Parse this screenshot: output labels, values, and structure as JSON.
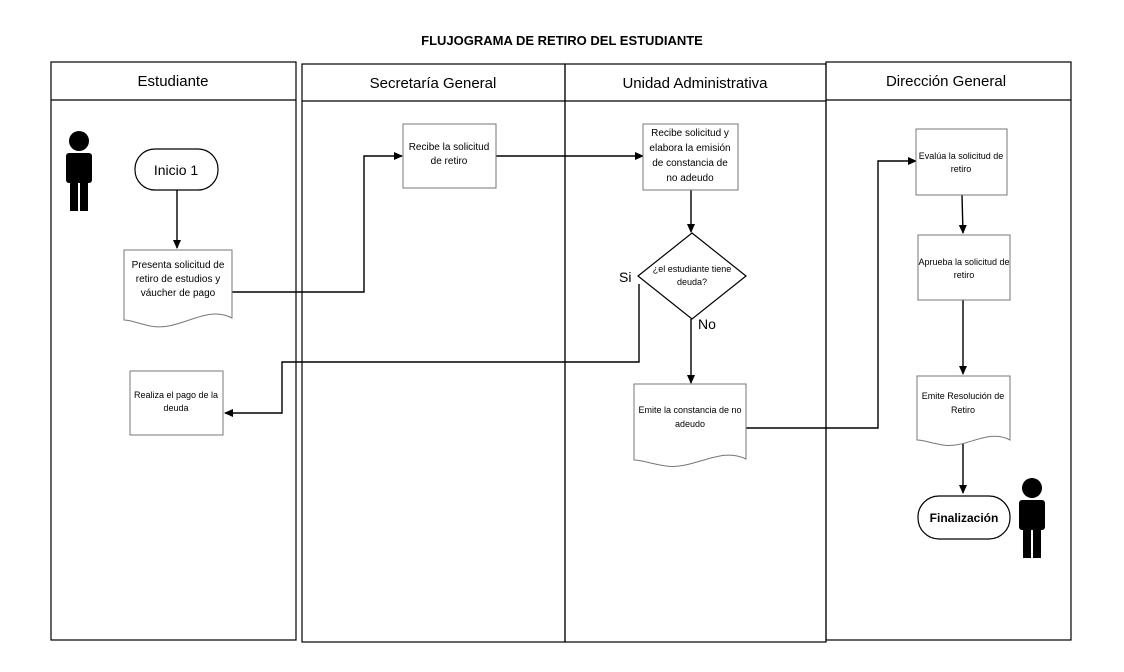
{
  "title": "FLUJOGRAMA DE RETIRO DEL ESTUDIANTE",
  "lanes": [
    {
      "name": "Estudiante"
    },
    {
      "name": "Secretaría General"
    },
    {
      "name": "Unidad Administrativa"
    },
    {
      "name": "Dirección General"
    }
  ],
  "nodes": {
    "inicio": {
      "label": "Inicio 1"
    },
    "presenta": {
      "lines": [
        "Presenta solicitud de",
        "retiro de estudios y",
        "váucher de pago"
      ]
    },
    "realiza": {
      "lines": [
        "Realiza el pago de la",
        "deuda"
      ]
    },
    "recibe_sg": {
      "lines": [
        "Recibe la solicitud",
        "de retiro"
      ]
    },
    "recibe_ua": {
      "lines": [
        "Recibe solicitud y",
        "elabora la emisión",
        "de constancia de",
        "no adeudo"
      ]
    },
    "decision": {
      "lines": [
        "¿el estudiante tiene",
        "deuda?"
      ]
    },
    "emite_constancia": {
      "lines": [
        "Emite la constancia de no",
        "adeudo"
      ]
    },
    "evalua": {
      "lines": [
        "Evalúa la solicitud de",
        "retiro"
      ]
    },
    "aprueba": {
      "lines": [
        "Aprueba la solicitud de",
        "retiro"
      ]
    },
    "emite_resolucion": {
      "lines": [
        "Emite Resolución de",
        "Retiro"
      ]
    },
    "finalizacion": {
      "label": "Finalización"
    }
  },
  "branch_labels": {
    "yes": "Si",
    "no": "No"
  },
  "icons": [
    "person-icon",
    "person-icon"
  ]
}
